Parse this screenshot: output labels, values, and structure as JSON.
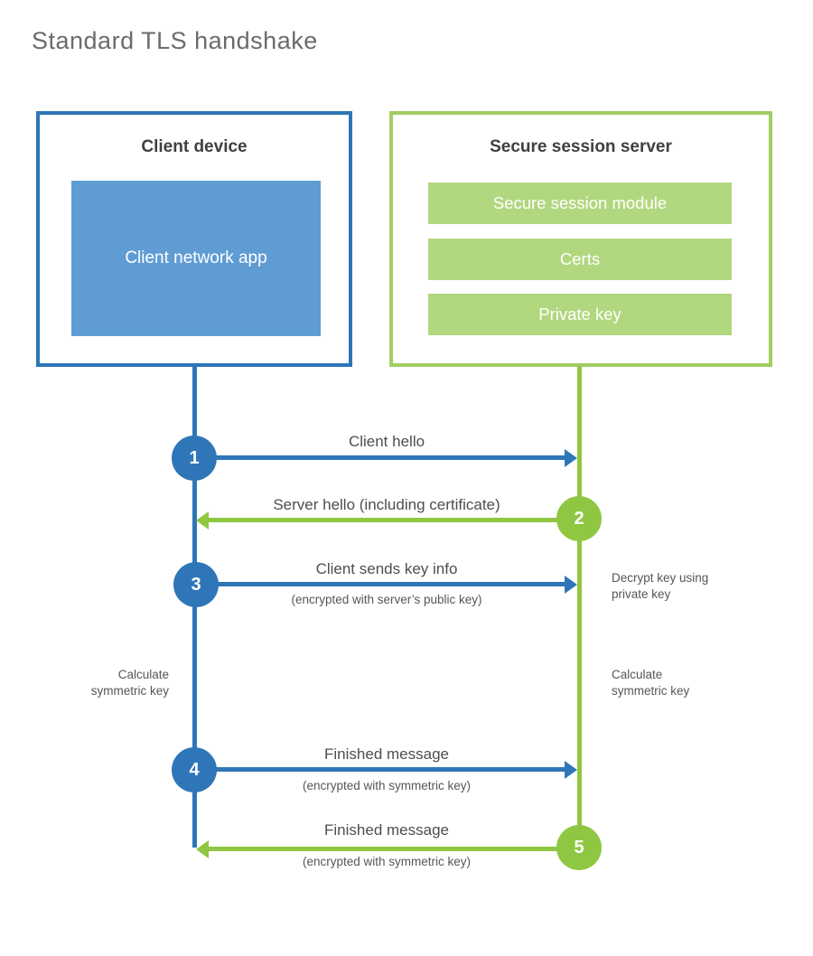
{
  "title": "Standard TLS handshake",
  "palette": {
    "blue": "#2e76b7",
    "blue_fill": "#5f9cd4",
    "green": "#8fc742",
    "green_border": "#a2ce62",
    "green_bar": "#b1d77f"
  },
  "client": {
    "title": "Client device",
    "app_label": "Client network app"
  },
  "server": {
    "title": "Secure session server",
    "modules": [
      "Secure session module",
      "Certs",
      "Private key"
    ]
  },
  "steps": [
    {
      "num": "1",
      "label": "Client hello",
      "sublabel": "",
      "direction": "right",
      "color": "blue"
    },
    {
      "num": "2",
      "label": "Server hello (including certificate)",
      "sublabel": "",
      "direction": "left",
      "color": "green"
    },
    {
      "num": "3",
      "label": "Client sends key info",
      "sublabel": "(encrypted with server’s public key)",
      "direction": "right",
      "color": "blue"
    },
    {
      "num": "4",
      "label": "Finished message",
      "sublabel": "(encrypted with symmetric key)",
      "direction": "right",
      "color": "blue"
    },
    {
      "num": "5",
      "label": "Finished message",
      "sublabel": "(encrypted with symmetric key)",
      "direction": "left",
      "color": "green"
    }
  ],
  "notes": {
    "decrypt": "Decrypt key using private key",
    "calc_left": "Calculate symmetric key",
    "calc_right": "Calculate symmetric key"
  }
}
